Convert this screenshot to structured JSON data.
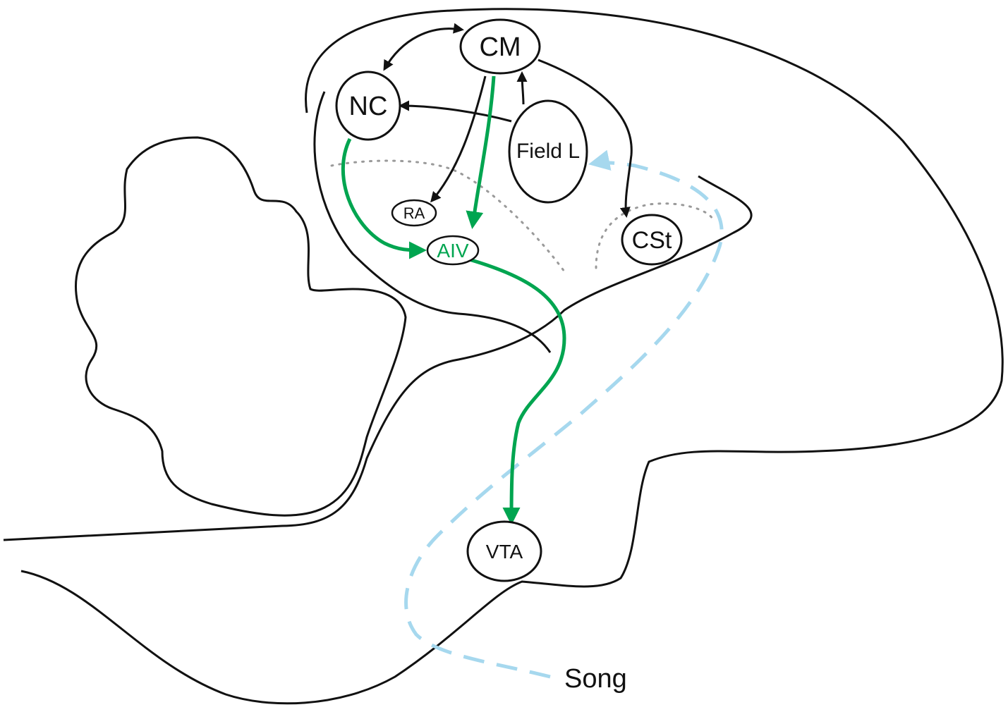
{
  "diagram": {
    "regions": {
      "cm": "CM",
      "nc": "NC",
      "field_l": "Field L",
      "ra": "RA",
      "aiv": "AIV",
      "cst": "CSt",
      "vta": "VTA"
    },
    "input_label": "Song",
    "colors": {
      "outline": "#111111",
      "pathway_green": "#00a550",
      "song_blue": "#a6d8ee",
      "boundary_gray": "#9a9a9a"
    }
  }
}
